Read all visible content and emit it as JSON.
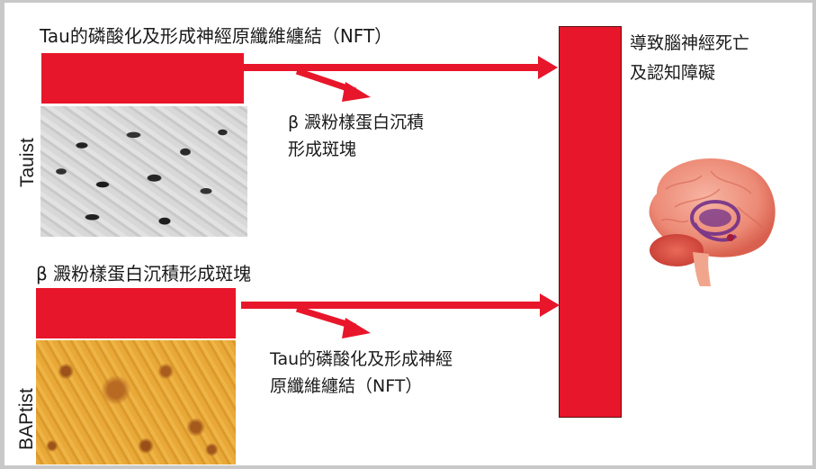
{
  "diagram": {
    "top_row": {
      "title": "Tau的磷酸化及形成神經原纖維纏結（NFT）",
      "side_label": "Tauist",
      "sub_label_line1": "β 澱粉樣蛋白沉積",
      "sub_label_line2": "形成斑塊",
      "image": "tau-tangle-micrograph"
    },
    "bottom_row": {
      "title": "β 澱粉樣蛋白沉積形成斑塊",
      "side_label": "BAPtist",
      "sub_label_line1": "Tau的磷酸化及形成神經",
      "sub_label_line2": "原纖維纏結（NFT）",
      "image": "amyloid-plaque-micrograph"
    },
    "outcome": {
      "line1": "導致腦神經死亡",
      "line2": "及認知障礙",
      "image": "brain-illustration"
    },
    "colors": {
      "accent_red": "#e8162a",
      "background": "#ffffff",
      "border": "#c8c8c8",
      "text": "#1a1a1a"
    }
  }
}
